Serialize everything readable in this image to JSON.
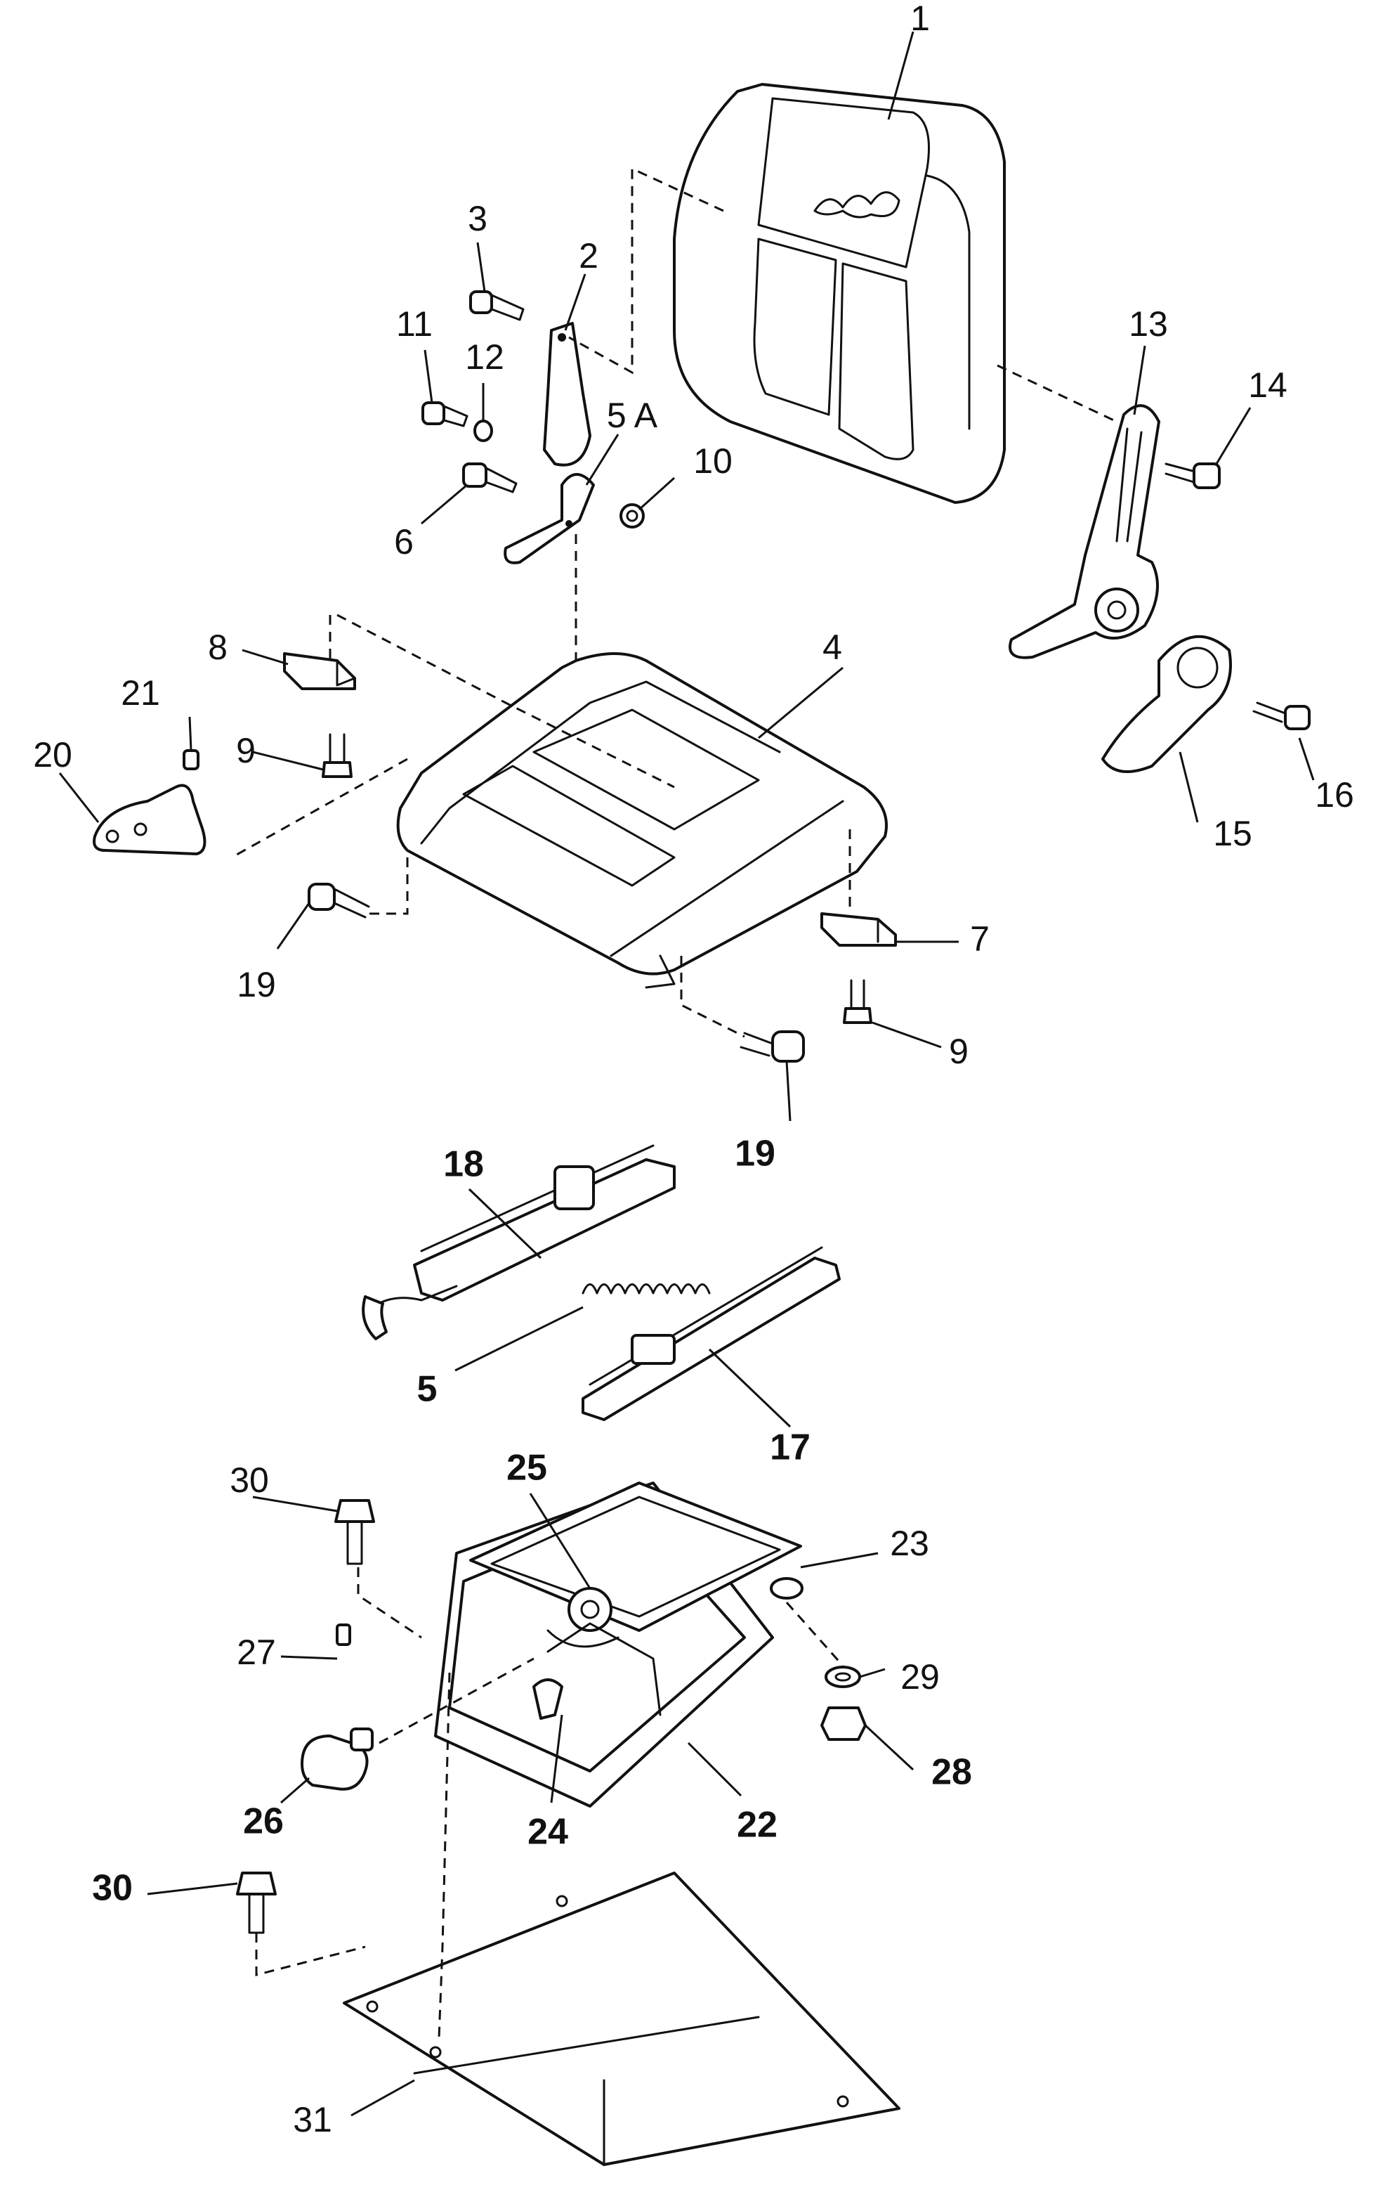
{
  "callouts": {
    "c1": "1",
    "c2": "2",
    "c3": "3",
    "c4": "4",
    "c5": "5",
    "c5a": "5 A",
    "c6": "6",
    "c7": "7",
    "c8": "8",
    "c9a": "9",
    "c9b": "9",
    "c10": "10",
    "c11": "11",
    "c12": "12",
    "c13": "13",
    "c14": "14",
    "c15": "15",
    "c16": "16",
    "c17": "17",
    "c18": "18",
    "c19a": "19",
    "c19b": "19",
    "c20": "20",
    "c21": "21",
    "c22": "22",
    "c23": "23",
    "c24": "24",
    "c25": "25",
    "c26": "26",
    "c27": "27",
    "c28": "28",
    "c29": "29",
    "c30a": "30",
    "c30b": "30",
    "c31": "31"
  }
}
